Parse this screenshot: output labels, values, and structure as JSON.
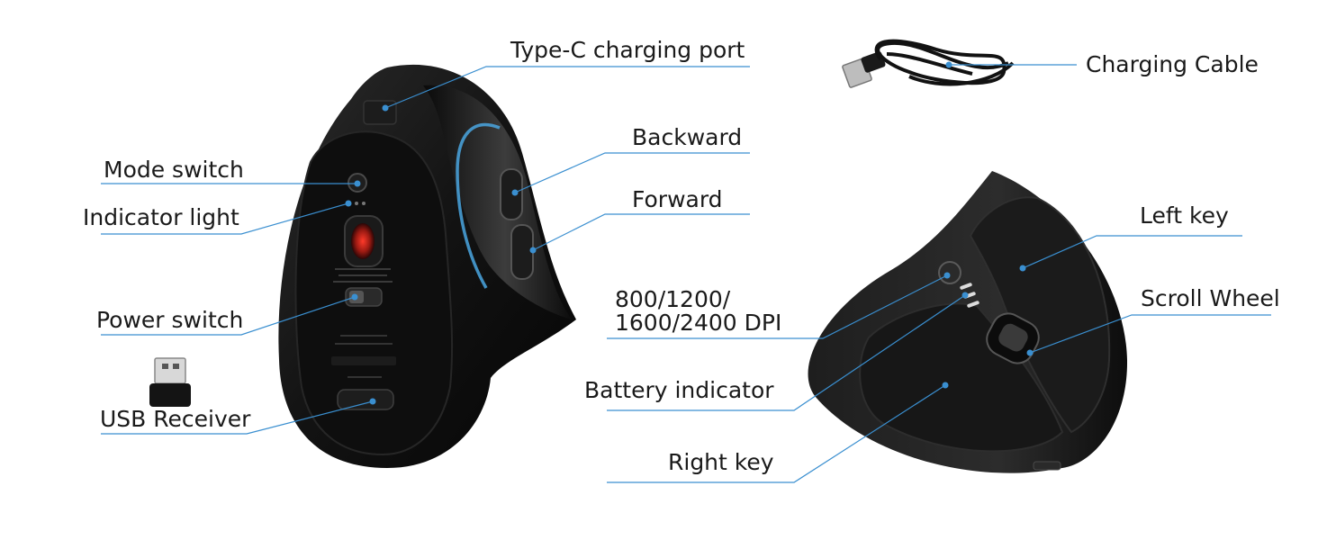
{
  "colors": {
    "leader_line": "#3a8fd0",
    "dot": "#3a8fd0",
    "mouse_body": "#151515",
    "mouse_gloss": "#3a3a3a",
    "accent_blue": "#4aa6e0",
    "label_text": "#1a1a1a"
  },
  "labels": {
    "type_c_port": "Type-C charging port",
    "charging_cable": "Charging Cable",
    "backward": "Backward",
    "mode_switch": "Mode switch",
    "forward": "Forward",
    "indicator_light": "Indicator light",
    "left_key": "Left key",
    "dpi": "800/1200/\n1600/2400 DPI",
    "scroll_wheel": "Scroll Wheel",
    "power_switch": "Power switch",
    "battery_indicator": "Battery indicator",
    "usb_receiver": "USB Receiver",
    "right_key": "Right key"
  }
}
